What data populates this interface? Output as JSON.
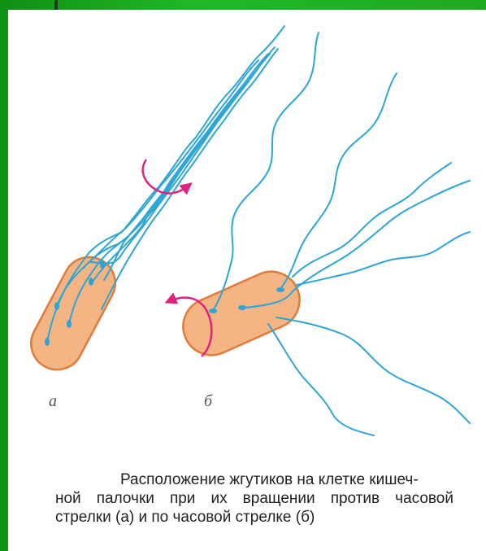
{
  "labels": {
    "a": "а",
    "b": "б"
  },
  "caption": {
    "line1": "Расположение жгутиков на клетке кишеч-",
    "line2": "ной палочки при их вращении против часовой",
    "line3": "стрелки (а) и по часовой стрелке (б)"
  },
  "colors": {
    "background": "#17a81c",
    "cell_fill": "#f4b484",
    "cell_stroke": "#e17b3b",
    "flagella": "#2ea6d3",
    "arrow": "#e0227d"
  }
}
